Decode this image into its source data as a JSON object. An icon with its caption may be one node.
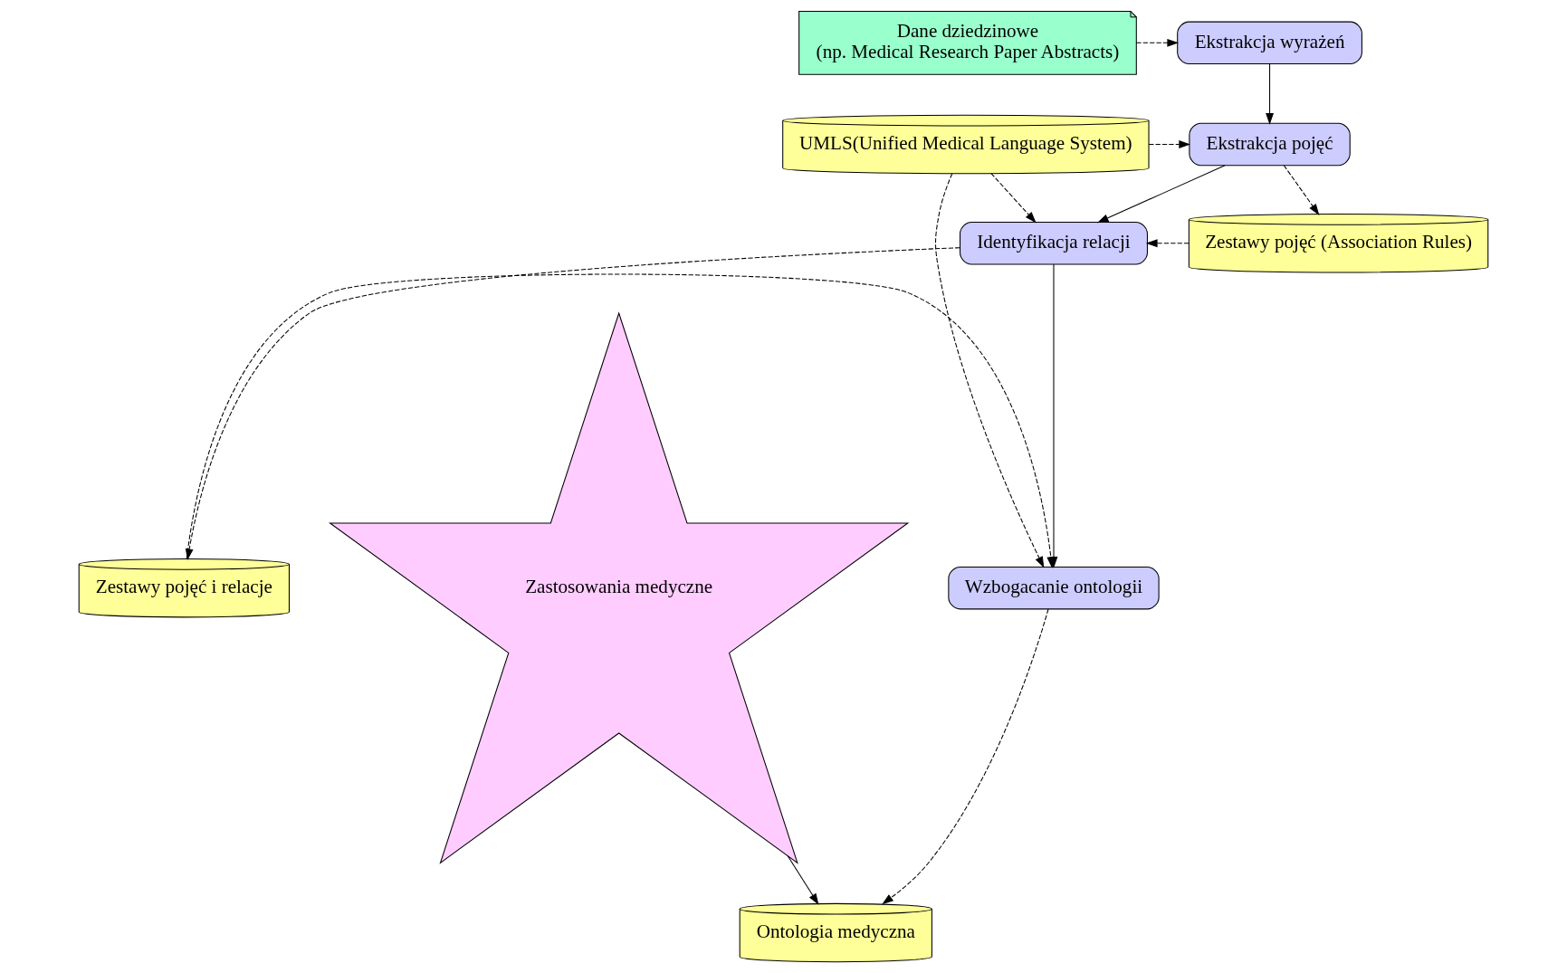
{
  "diagram": {
    "nodes": [
      {
        "text": [
          "Dane dziedzinowe",
          "(np. Medical Research Paper Abstracts)"
        ]
      },
      {
        "text": [
          "Ekstrakcja wyrażeń"
        ]
      },
      {
        "text": [
          "Ekstrakcja pojęć"
        ]
      },
      {
        "text": [
          "Zestawy pojęć (Association Rules)"
        ]
      },
      {
        "text": [
          "UMLS(Unified Medical Language System)"
        ]
      },
      {
        "text": [
          "Identyfikacja relacji"
        ]
      },
      {
        "text": [
          "Zestawy pojęć i relacje"
        ]
      },
      {
        "text": [
          "Wzbogacanie ontologii"
        ]
      },
      {
        "text": [
          "Zastosowania medyczne"
        ]
      },
      {
        "text": [
          "Ontologia medyczna"
        ]
      }
    ],
    "edges": [
      {
        "from": 0,
        "to": 1,
        "arrow": "to",
        "style": "dashed"
      },
      {
        "from": 1,
        "to": 2,
        "arrow": "to"
      },
      {
        "from": 2,
        "to": 3,
        "arrow": "to",
        "style": "dashed"
      },
      {
        "from": 4,
        "to": 2,
        "arrow": "to",
        "style": "dashed"
      },
      {
        "from": 2,
        "to": 5,
        "arrow": "to"
      },
      {
        "from": 3,
        "to": 5,
        "arrow": "to",
        "style": "dashed"
      },
      {
        "from": 4,
        "to": 5,
        "arrow": "to",
        "style": "dashed"
      },
      {
        "from": 5,
        "to": 6,
        "arrow": "to",
        "style": "dashed"
      },
      {
        "from": 5,
        "to": 7,
        "arrow": "to"
      },
      {
        "from": 6,
        "to": 7,
        "arrow": "to",
        "style": "dashed"
      },
      {
        "from": 4,
        "to": 7,
        "arrow": "to",
        "style": "dashed"
      },
      {
        "from": 7,
        "to": 9,
        "arrow": "to",
        "style": "dashed"
      },
      {
        "from": 8,
        "to": 9,
        "arrow": "to"
      }
    ]
  }
}
